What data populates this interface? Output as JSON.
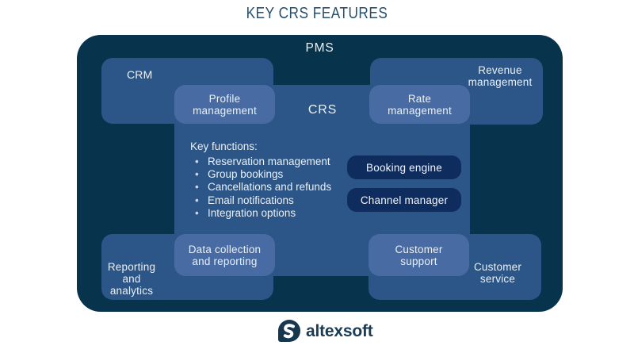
{
  "title": "KEY CRS FEATURES",
  "diagram": {
    "pms": {
      "label": "PMS"
    },
    "crs": {
      "label": "CRS"
    },
    "crm": {
      "label": "CRM"
    },
    "revenue": {
      "line1": "Revenue",
      "line2": "management"
    },
    "profile": {
      "line1": "Profile",
      "line2": "management"
    },
    "rate": {
      "line1": "Rate",
      "line2": "management"
    },
    "reporting": {
      "line1": "Reporting",
      "line2": "and analytics"
    },
    "service": {
      "line1": "Customer",
      "line2": "service"
    },
    "data_collection": {
      "line1": "Data collection",
      "line2": "and reporting"
    },
    "support": {
      "line1": "Customer",
      "line2": "support"
    },
    "key_functions": {
      "heading": "Key functions:",
      "items": [
        "Reservation management",
        "Group bookings",
        "Cancellations and refunds",
        "Email notifications",
        "Integration options"
      ]
    },
    "pills": [
      {
        "label": "Booking engine"
      },
      {
        "label": "Channel manager"
      }
    ]
  },
  "footer": {
    "brand": "altexsoft"
  },
  "colors": {
    "pms_bg": "#07334c",
    "module_bg": "#2c5687",
    "overlap_bg": "#486ba3",
    "pill_bg": "#0f2c5f",
    "title_text": "#28506d",
    "label_text": "#eaf0f7",
    "brand_text": "#1b3c55"
  }
}
